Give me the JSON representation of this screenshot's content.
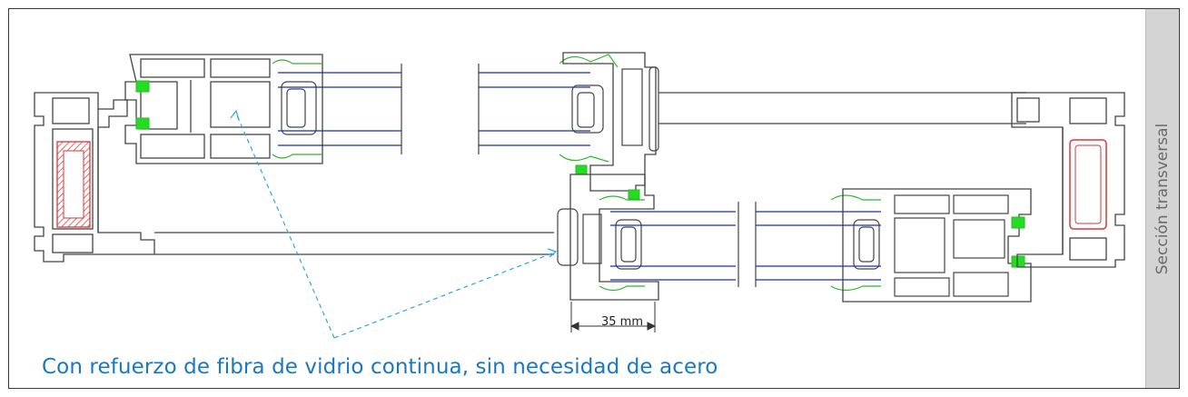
{
  "side_label": "Sección transversal",
  "caption": "Con refuerzo de fibra de vidrio continua, sin necesidad de acero",
  "dimension_label": "35 mm",
  "colors": {
    "caption_text": "#1a78c2",
    "pointer_line": "#2aa8e0",
    "profile_outline": "#444444",
    "glass_lines": "#1a2db0",
    "gasket": "#2db82d",
    "gasket_fill": "#22dd22",
    "reinforcement": "#d63a3a",
    "side_panel": "#d4d4d4"
  }
}
